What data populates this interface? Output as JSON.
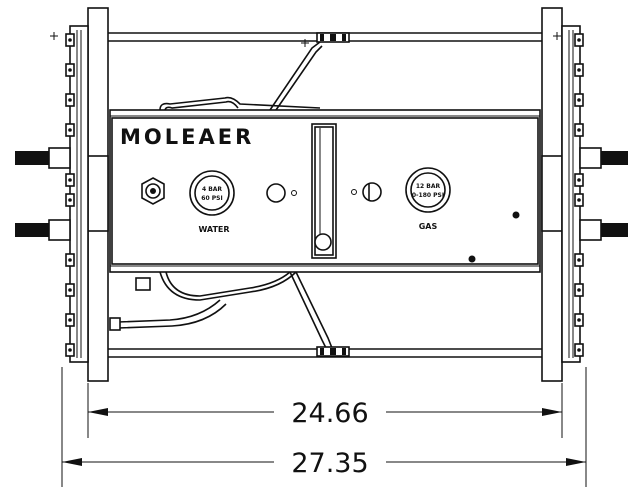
{
  "branding": {
    "logo_text": "MOLEAER"
  },
  "gauges": {
    "water": {
      "line1": "4 BAR",
      "line2": "60 PSI",
      "label": "WATER"
    },
    "gas": {
      "line1": "12 BAR",
      "line2": "0-180 PSI",
      "label": "GAS"
    }
  },
  "dimensions": {
    "inner_width": "24.66",
    "outer_width": "27.35"
  }
}
